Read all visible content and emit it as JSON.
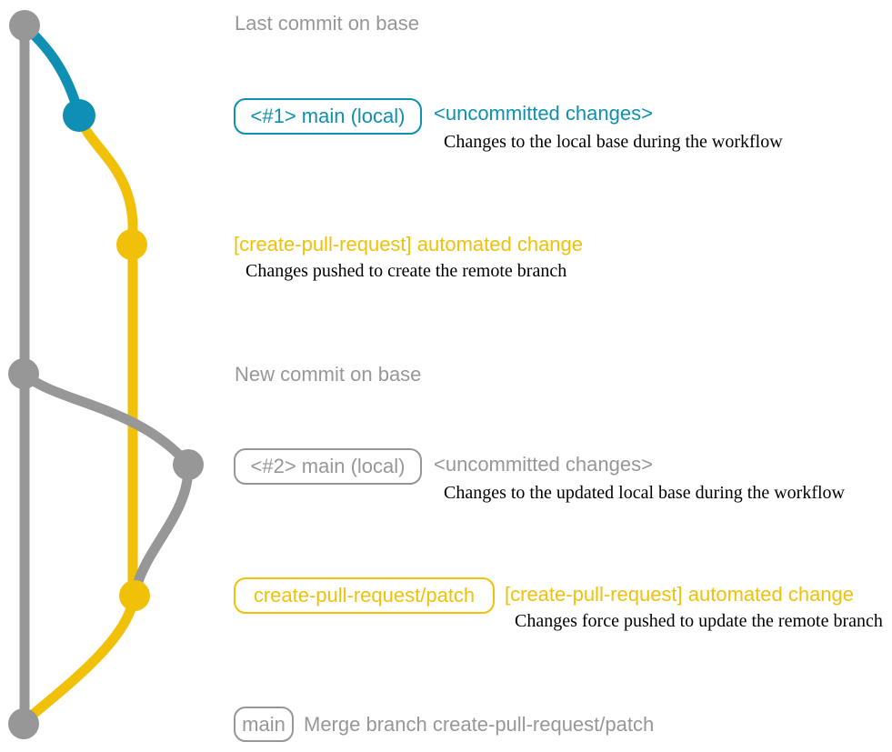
{
  "colors": {
    "gray": "#979797",
    "teal": "#0e8fb3",
    "yellow": "#f1c109",
    "caption_text": "#000000",
    "background": "#ffffff"
  },
  "graph": {
    "branches": [
      {
        "name": "base",
        "color": "#979797"
      },
      {
        "name": "main (local)",
        "color": "#0e8fb3"
      },
      {
        "name": "create-pull-request/patch",
        "color": "#f1c109"
      }
    ],
    "commits": [
      {
        "order": 1,
        "branch": "base",
        "color": "#979797",
        "message": "Last commit on base"
      },
      {
        "order": 2,
        "branch": "main (local)",
        "color": "#0e8fb3",
        "message": "<uncommitted changes>"
      },
      {
        "order": 3,
        "branch": "create-pull-request/patch",
        "color": "#f1c109",
        "message": "[create-pull-request] automated change"
      },
      {
        "order": 4,
        "branch": "base",
        "color": "#979797",
        "message": "New commit on base"
      },
      {
        "order": 5,
        "branch": "main (local)",
        "color": "#979797",
        "message": "<uncommitted changes>"
      },
      {
        "order": 6,
        "branch": "create-pull-request/patch",
        "color": "#f1c109",
        "message": "[create-pull-request] automated change"
      },
      {
        "order": 7,
        "branch": "base",
        "color": "#979797",
        "message": "Merge branch create-pull-request/patch"
      }
    ]
  },
  "rows": [
    {
      "message": "Last commit on base"
    },
    {
      "tag": "<#1> main (local)",
      "message": "<uncommitted changes>",
      "caption": "Changes to the local base during the workflow"
    },
    {
      "message": "[create-pull-request] automated change",
      "caption": "Changes pushed to create the remote branch"
    },
    {
      "message": "New commit on base"
    },
    {
      "tag": "<#2> main (local)",
      "message": "<uncommitted changes>",
      "caption": "Changes to the updated local base during the workflow"
    },
    {
      "tag": "create-pull-request/patch",
      "message": "[create-pull-request] automated change",
      "caption": "Changes force pushed to update the remote branch"
    },
    {
      "tag": "main",
      "message": "Merge branch create-pull-request/patch"
    }
  ]
}
